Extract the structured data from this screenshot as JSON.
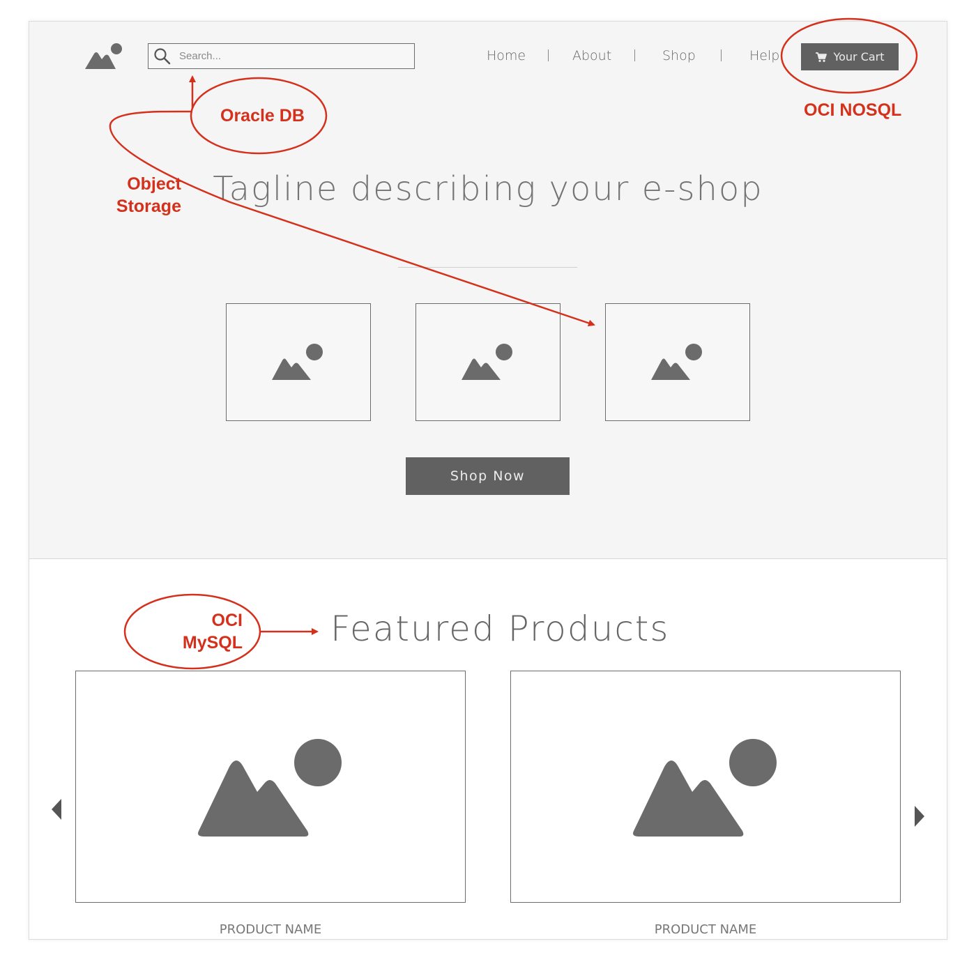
{
  "header": {
    "search_placeholder": "Search...",
    "nav": [
      "Home",
      "About",
      "Shop",
      "Help"
    ],
    "cart_label": "Your Cart"
  },
  "hero": {
    "tagline": "Tagline describing your e-shop",
    "cta_label": "Shop Now",
    "thumbnail_count": 3
  },
  "featured": {
    "title": "Featured Products",
    "products": [
      {
        "name": "PRODUCT NAME"
      },
      {
        "name": "PRODUCT NAME"
      }
    ]
  },
  "annotations": {
    "oracle_db": "Oracle DB",
    "oci_nosql": "OCI NOSQL",
    "object_storage_line1": "Object",
    "object_storage_line2": "Storage",
    "oci_mysql_line1": "OCI",
    "oci_mysql_line2": "MySQL"
  },
  "colors": {
    "annotation_red": "#d4301c",
    "placeholder_gray": "#6b6b6b",
    "button_gray": "#616161",
    "hero_background": "#f5f5f5"
  },
  "icons": {
    "image_placeholder": "image-placeholder-icon",
    "search": "search-icon",
    "cart": "cart-icon",
    "carousel_prev": "chevron-left-icon",
    "carousel_next": "chevron-right-icon"
  }
}
